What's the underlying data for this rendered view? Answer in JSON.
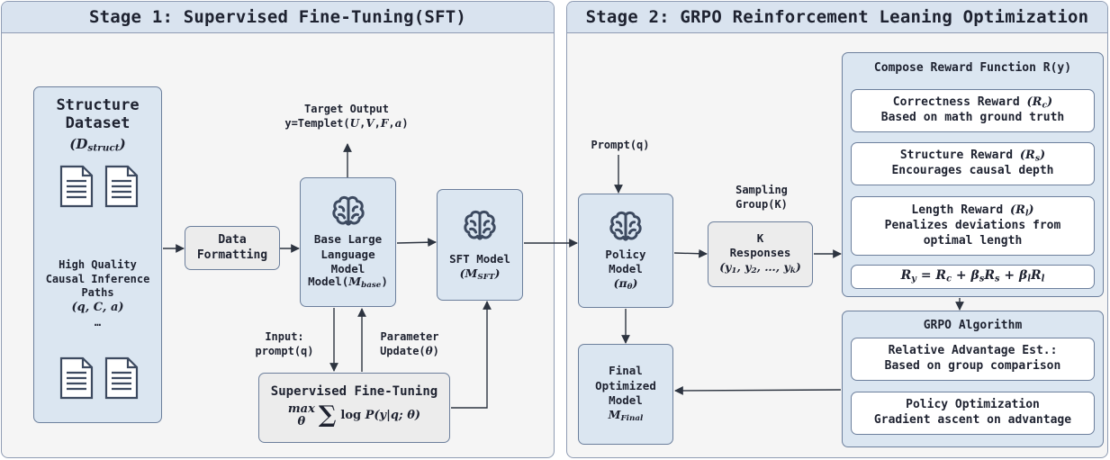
{
  "stage1": {
    "title": "Stage 1: Supervised Fine-Tuning(SFT)",
    "dataset_title": "Structure Dataset",
    "dataset_symbol": "(Dstruct)",
    "dataset_desc": "High Quality Causal Inference Paths",
    "dataset_tuple": "(q,C,a)",
    "dataset_more": "…",
    "data_formatting": "Data Formatting",
    "target_output_label": "Target Output",
    "target_output_formula": "y=Templet(U,V,F,a)",
    "base_model_label": "Base Large Language Model",
    "base_model_symbol": "(Mbase)",
    "sft_model_label": "SFT Model",
    "sft_model_symbol": "(MSFT)",
    "input_label": "Input: prompt(q)",
    "param_update_label": "Parameter Update(θ)",
    "sft_box_title": "Supervised Fine-Tuning",
    "sft_objective": "max θ ∑ log P(y|q;θ)"
  },
  "stage2": {
    "title": "Stage 2: GRPO Reinforcement Leaning Optimization",
    "prompt_label": "Prompt(q)",
    "policy_model_label": "Policy Model",
    "policy_model_symbol": "(πθ)",
    "sampling_label": "Sampling Group(K)",
    "responses_title": "K Responses",
    "responses_symbol": "(y1, y2, …, yk)",
    "final_model_label": "Final Optimized Model",
    "final_model_symbol": "MFinal",
    "reward_panel_title": "Compose Reward Function R(y)",
    "rewards": [
      {
        "title": "Correctness Reward",
        "symbol": "(Rc)",
        "desc": "Based on math ground truth"
      },
      {
        "title": "Structure Reward",
        "symbol": "(Rs)",
        "desc": "Encourages causal depth"
      },
      {
        "title": "Length Reward",
        "symbol": "(Rl)",
        "desc": "Penalizes deviations from optimal length"
      }
    ],
    "reward_formula": "Ry = Rc + βsRs + βlRl",
    "grpo_title": "GRPO Algorithm",
    "grpo_steps": [
      {
        "title": "Relative Advantage Est.:",
        "desc": "Based on group comparison"
      },
      {
        "title": "Policy Optimization",
        "desc": "Gradient ascent on advantage"
      }
    ]
  },
  "colors": {
    "panel_bg": "#f5f5f5",
    "header_bg": "#d9e3ef",
    "box_blue": "#dbe6f1",
    "box_gray": "#ececec",
    "border": "#6c7f9c",
    "arrow": "#2d3440"
  },
  "icons": [
    "brain-icon",
    "document-icon"
  ]
}
